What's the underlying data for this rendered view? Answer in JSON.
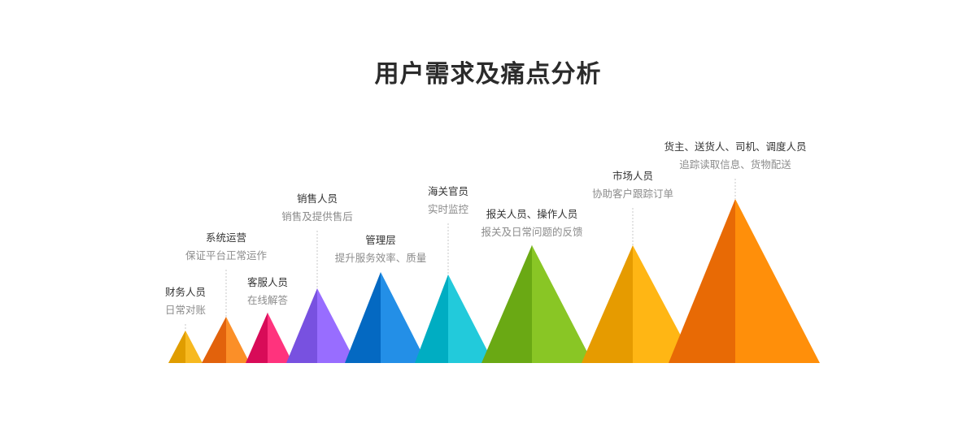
{
  "title": "用户需求及痛点分析",
  "groups": [
    {
      "role": "财务人员",
      "need": "日常对账",
      "colors": [
        "#e09d00",
        "#f7b617"
      ]
    },
    {
      "role": "系统运营",
      "need": "保证平台正常运作",
      "colors": [
        "#e2620c",
        "#fb8a1f"
      ]
    },
    {
      "role": "客服人员",
      "need": "在线解答",
      "colors": [
        "#d80b58",
        "#ff2b78"
      ]
    },
    {
      "role": "销售人员",
      "need": "销售及提供售后",
      "colors": [
        "#7851e0",
        "#9467ff"
      ]
    },
    {
      "role": "管理层",
      "need": "提升服务效率、质量",
      "colors": [
        "#0469c2",
        "#1a8ae6"
      ]
    },
    {
      "role": "海关官员",
      "need": "实时监控",
      "colors": [
        "#00adc2",
        "#19c8da"
      ]
    },
    {
      "role": "报关人员、操作人员",
      "need": "报关及日常问题的反馈",
      "colors": [
        "#6aa914",
        "#84c41c"
      ]
    },
    {
      "role": "市场人员",
      "need": "协助客户跟踪订单",
      "colors": [
        "#e69b00",
        "#ffb30a"
      ]
    },
    {
      "role": "货主、送货人、司机、调度人员",
      "need": "追踪读取信息、货物配送",
      "colors": [
        "#e86a05",
        "#ff8a00"
      ]
    }
  ]
}
